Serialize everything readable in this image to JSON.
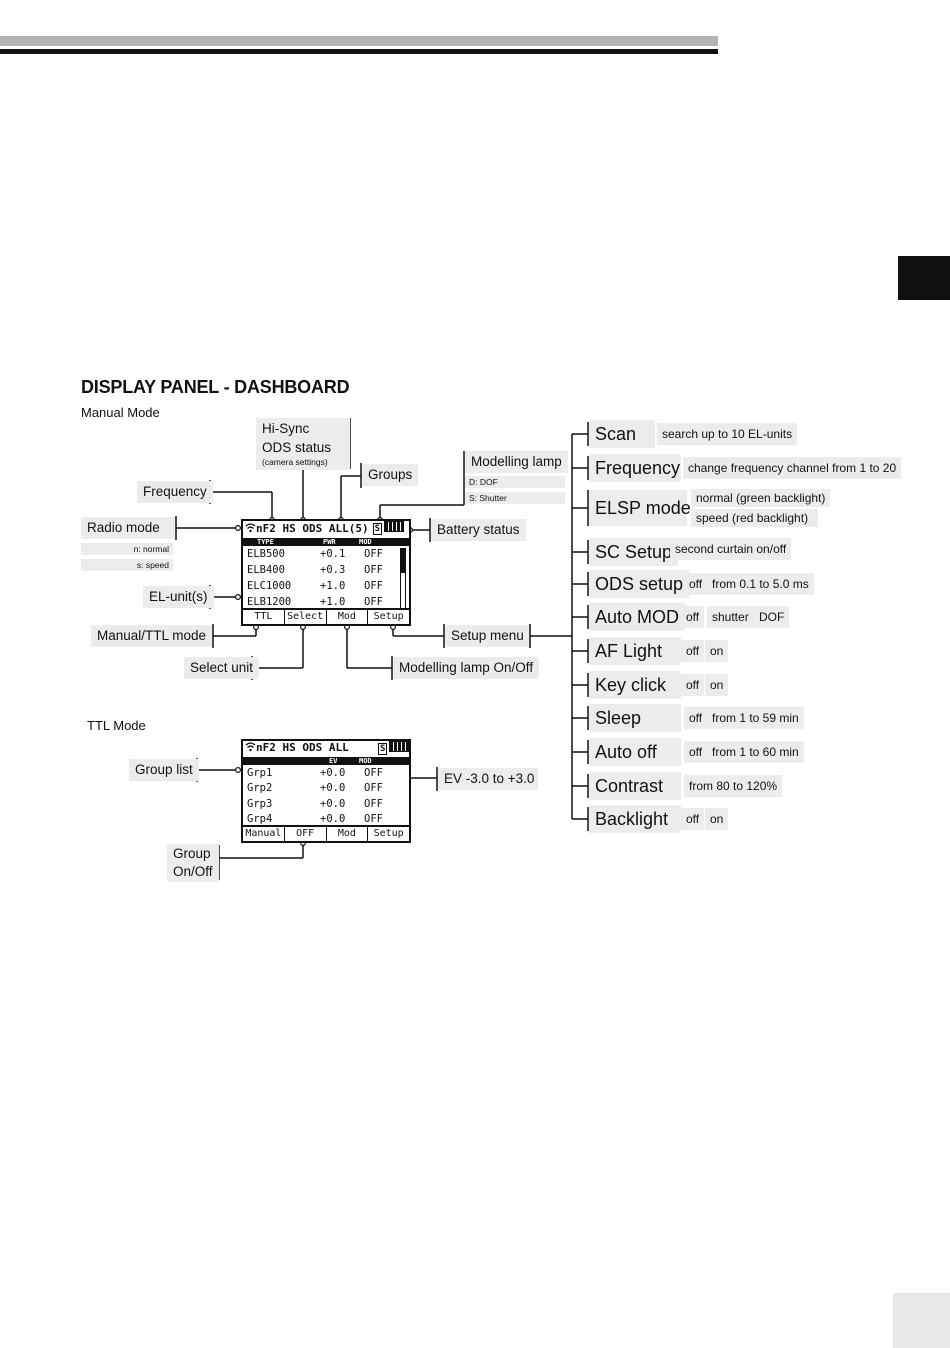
{
  "heading": "DISPLAY PANEL - DASHBOARD",
  "manual_mode_label": "Manual Mode",
  "ttl_mode_label": "TTL Mode",
  "callouts": {
    "hi_sync": "Hi-Sync",
    "ods_status": "ODS status",
    "camera_settings": "(camera settings)",
    "groups": "Groups",
    "modelling_lamp": "Modelling lamp",
    "dof": "D: DOF",
    "shutter": "S: Shutter",
    "frequency": "Frequency",
    "radio_mode": "Radio mode",
    "n_normal": "n: normal",
    "s_speed": "s: speed",
    "battery_status": "Battery status",
    "el_units": "EL-unit(s)",
    "manual_ttl_mode": "Manual/TTL mode",
    "setup_menu": "Setup menu",
    "select_unit": "Select unit",
    "modelling_lamp_onoff": "Modelling lamp On/Off",
    "group_list": "Group list",
    "ev_range": "EV -3.0 to +3.0",
    "group_onoff_1": "Group",
    "group_onoff_2": "On/Off"
  },
  "manual_lcd": {
    "status": "nF2  HS ODS ALL(5)",
    "s_icon": "S",
    "header": [
      "TYPE",
      "PWR",
      "MOD"
    ],
    "rows": [
      {
        "type": "ELB500",
        "pwr": "+0.1",
        "mod": "OFF"
      },
      {
        "type": "ELB400",
        "pwr": "+0.3",
        "mod": "OFF"
      },
      {
        "type": "ELC1000",
        "pwr": "+1.0",
        "mod": "OFF"
      },
      {
        "type": "ELB1200",
        "pwr": "+1.0",
        "mod": "OFF"
      }
    ],
    "footer": [
      "TTL",
      "Select",
      "Mod",
      "Setup"
    ]
  },
  "ttl_lcd": {
    "status": "nF2  HS ODS ALL",
    "s_icon": "S",
    "header": [
      "",
      "EV",
      "MOD"
    ],
    "rows": [
      {
        "type": "Grp1",
        "pwr": "+0.0",
        "mod": "OFF"
      },
      {
        "type": "Grp2",
        "pwr": "+0.0",
        "mod": "OFF"
      },
      {
        "type": "Grp3",
        "pwr": "+0.0",
        "mod": "OFF"
      },
      {
        "type": "Grp4",
        "pwr": "+0.0",
        "mod": "OFF"
      }
    ],
    "footer": [
      "Manual",
      "OFF",
      "Mod",
      "Setup"
    ]
  },
  "setup_items": [
    {
      "name": "Scan",
      "options": [
        "search up to 10 EL-units"
      ]
    },
    {
      "name": "Frequency",
      "options": [
        "change frequency channel from 1 to 20"
      ]
    },
    {
      "name": "ELSP mode",
      "options": [
        "normal (green backlight)",
        "speed (red backlight)"
      ]
    },
    {
      "name": "SC Setup",
      "options": [
        "second curtain on/off"
      ]
    },
    {
      "name": "ODS setup",
      "options": [
        "off",
        "from 0.1 to 5.0 ms"
      ]
    },
    {
      "name": "Auto MOD",
      "options": [
        "off",
        "shutter",
        "DOF"
      ]
    },
    {
      "name": "AF Light",
      "options": [
        "off",
        "on"
      ]
    },
    {
      "name": "Key click",
      "options": [
        "off",
        "on"
      ]
    },
    {
      "name": "Sleep",
      "options": [
        "off",
        "from 1 to 59 min"
      ]
    },
    {
      "name": "Auto off",
      "options": [
        "off",
        "from 1 to 60 min"
      ]
    },
    {
      "name": "Contrast",
      "options": [
        "from 80 to 120%"
      ]
    },
    {
      "name": "Backlight",
      "options": [
        "off",
        "on"
      ]
    }
  ]
}
